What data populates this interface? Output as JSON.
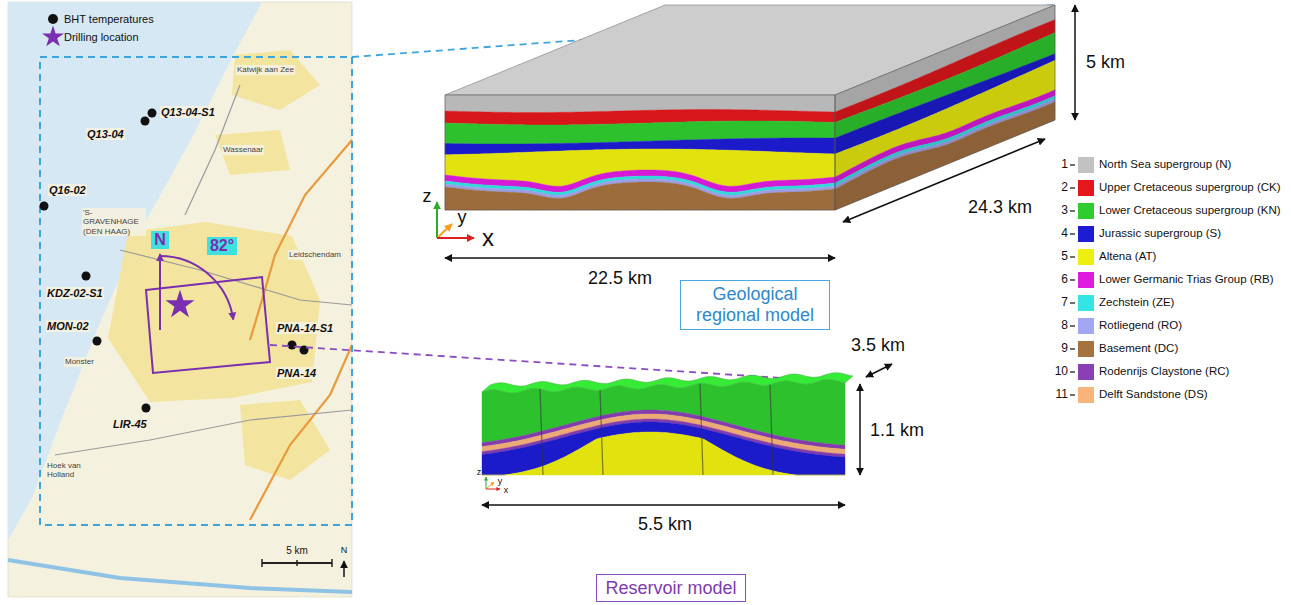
{
  "diagram": {
    "nodes": [
      {
        "text": [
          "Geological regional model"
        ]
      },
      {
        "text": [
          "Reservoir model"
        ]
      }
    ],
    "labels": [
      "Katwijk aan Zee",
      "Q13-04-S1",
      "Q13-04",
      "Wassenaar",
      "Q16-02",
      "'S-GRAVENHAGE (DEN HAAG)",
      "N",
      "82°",
      "Leidschendam",
      "KDZ-02-S1",
      "MON-02",
      "PNA-14-S1",
      "PNA-14",
      "Monster",
      "LIR-45",
      "Hoek van Holland",
      "5 km",
      "N",
      "5 km",
      "z",
      "y",
      "x",
      "22.5 km",
      "24.3 km",
      "3.5 km",
      "1.1 km",
      "z",
      "y",
      "x",
      "5.5 km",
      "1",
      "2",
      "3",
      "4",
      "5",
      "6",
      "7",
      "8",
      "9",
      "10",
      "11"
    ],
    "legend": [
      {
        "text": "BHT temperatures"
      },
      {
        "text": "Drilling location"
      },
      {
        "text": "North Sea supergroup (N)",
        "color": "#c2c2c2"
      },
      {
        "text": "Upper Cretaceous supergroup (CK)",
        "color": "#e3171c"
      },
      {
        "text": "Lower Cretaceous supergroup (KN)",
        "color": "#2fcc2f"
      },
      {
        "text": "Jurassic supergroup (S)",
        "color": "#1c1cd4"
      },
      {
        "text": "Altena (AT)",
        "color": "#eeee10"
      },
      {
        "text": "Lower Germanic Trias Group (RB)",
        "color": "#e01be0"
      },
      {
        "text": "Zechstein (ZE)",
        "color": "#35e5e5"
      },
      {
        "text": "Rotliegend (RO)",
        "color": "#a3a6f2"
      },
      {
        "text": "Basement (DC)",
        "color": "#a57240"
      },
      {
        "text": "Rodenrijs Claystone (RC)",
        "color": "#8a3fb5"
      },
      {
        "text": "Delft Sandstone (DS)",
        "color": "#f9b47a"
      }
    ]
  }
}
